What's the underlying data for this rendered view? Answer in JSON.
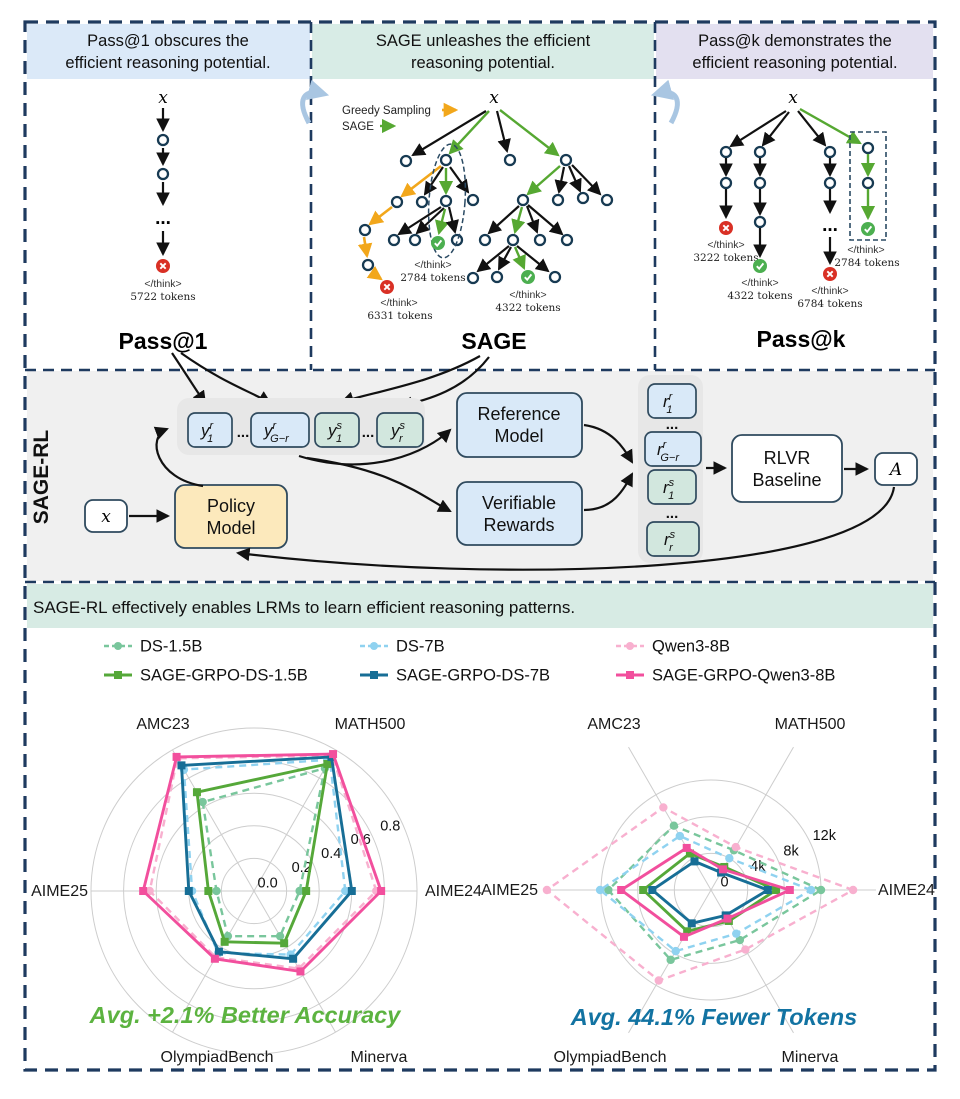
{
  "panels": {
    "pass1": {
      "header": [
        "Pass@1 obscures the",
        "efficient reasoning potential."
      ],
      "x": "x",
      "think": "</think>",
      "tokens": "5722 tokens",
      "title": "Pass@1"
    },
    "sage": {
      "header": [
        "SAGE unleashes the efficient",
        "reasoning potential."
      ],
      "legend_greedy": "Greedy Sampling",
      "legend_sage": "SAGE",
      "x": "x",
      "results": {
        "left": {
          "think": "</think>",
          "tokens": "6331 tokens"
        },
        "mid": {
          "think": "</think>",
          "tokens": "2784 tokens"
        },
        "right": {
          "think": "</think>",
          "tokens": "4322 tokens"
        }
      },
      "title": "SAGE"
    },
    "passk": {
      "header": [
        "Pass@k demonstrates the",
        "efficient reasoning potential."
      ],
      "x": "x",
      "results": [
        {
          "think": "</think>",
          "tokens": "3222 tokens"
        },
        {
          "think": "</think>",
          "tokens": "4322 tokens"
        },
        {
          "think": "</think>",
          "tokens": "6784 tokens"
        },
        {
          "think": "</think>",
          "tokens": "2784 tokens"
        }
      ],
      "title": "Pass@k"
    }
  },
  "sage_rl": {
    "section_label": "SAGE-RL",
    "boxes": {
      "x": "x",
      "policy": [
        "Policy",
        "Model"
      ],
      "reference": [
        "Reference",
        "Model"
      ],
      "verifiable": [
        "Verifiable",
        "Rewards"
      ],
      "rlvr": [
        "RLVR",
        "Baseline"
      ],
      "advantage": "A"
    },
    "rollouts": [
      {
        "base": "y",
        "sub": "1",
        "sup": "r",
        "kind": "r"
      },
      {
        "dots": "..."
      },
      {
        "base": "y",
        "sub": "G−r",
        "sup": "r",
        "kind": "r"
      },
      {
        "base": "y",
        "sub": "1",
        "sup": "s",
        "kind": "s"
      },
      {
        "dots": "..."
      },
      {
        "base": "y",
        "sub": "r",
        "sup": "s",
        "kind": "s"
      }
    ],
    "rewards": [
      {
        "base": "r",
        "sub": "1",
        "sup": "r",
        "kind": "r"
      },
      {
        "dots": "..."
      },
      {
        "base": "r",
        "sub": "G−r",
        "sup": "r",
        "kind": "r"
      },
      {
        "base": "r",
        "sub": "1",
        "sup": "s",
        "kind": "s"
      },
      {
        "dots": "..."
      },
      {
        "base": "r",
        "sub": "r",
        "sup": "s",
        "kind": "s"
      }
    ]
  },
  "bottom": {
    "banner": "SAGE-RL effectively enables LRMs to learn efficient reasoning patterns.",
    "legend": [
      {
        "name": "DS-1.5B",
        "color": "#79c69c",
        "dash": true
      },
      {
        "name": "DS-7B",
        "color": "#8fd2f0",
        "dash": true
      },
      {
        "name": "Qwen3-8B",
        "color": "#f8b0cf",
        "dash": true
      },
      {
        "name": "SAGE-GRPO-DS-1.5B",
        "color": "#55a839",
        "dash": false
      },
      {
        "name": "SAGE-GRPO-DS-7B",
        "color": "#176e96",
        "dash": false
      },
      {
        "name": "SAGE-GRPO-Qwen3-8B",
        "color": "#f24f9d",
        "dash": false
      }
    ]
  },
  "chart_data": [
    {
      "type": "radar",
      "axes": [
        {
          "label": "AIME24",
          "angle": 0
        },
        {
          "label": "MATH500",
          "angle": 60
        },
        {
          "label": "AMC23",
          "angle": 120
        },
        {
          "label": "AIME25",
          "angle": 180
        },
        {
          "label": "OlympiadBench",
          "angle": 240
        },
        {
          "label": "Minerva",
          "angle": 300
        }
      ],
      "rmax": 1.0,
      "ticks": [
        0,
        0.2,
        0.4,
        0.6,
        0.8
      ],
      "tick_labels": [
        "0.0",
        "0.2",
        "0.4",
        "0.6",
        "0.8"
      ],
      "boundary": true,
      "series": [
        {
          "name": "DS-1.5B",
          "values": [
            0.28,
            0.87,
            0.63,
            0.23,
            0.32,
            0.32
          ]
        },
        {
          "name": "DS-7B",
          "values": [
            0.56,
            0.93,
            0.86,
            0.38,
            0.44,
            0.45
          ]
        },
        {
          "name": "Qwen3-8B",
          "values": [
            0.75,
            0.96,
            0.94,
            0.64,
            0.47,
            0.55
          ]
        },
        {
          "name": "SAGE-GRPO-DS-1.5B",
          "values": [
            0.32,
            0.9,
            0.7,
            0.28,
            0.36,
            0.37
          ]
        },
        {
          "name": "SAGE-GRPO-DS-7B",
          "values": [
            0.6,
            0.95,
            0.89,
            0.4,
            0.43,
            0.48
          ]
        },
        {
          "name": "SAGE-GRPO-Qwen3-8B",
          "values": [
            0.78,
            0.97,
            0.95,
            0.68,
            0.48,
            0.57
          ]
        }
      ],
      "annotation": "Avg. +2.1% Better Accuracy",
      "annotation_color": "#5cb340"
    },
    {
      "type": "radar",
      "axes": [
        {
          "label": "AIME24",
          "angle": 0
        },
        {
          "label": "MATH500",
          "angle": 60
        },
        {
          "label": "AMC23",
          "angle": 120
        },
        {
          "label": "AIME25",
          "angle": 180
        },
        {
          "label": "OlympiadBench",
          "angle": 240
        },
        {
          "label": "Minerva",
          "angle": 300
        }
      ],
      "rmax": 18000,
      "ticks": [
        0,
        4000,
        8000,
        12000
      ],
      "tick_labels": [
        "0",
        "4k",
        "8k",
        "12k"
      ],
      "boundary": false,
      "series": [
        {
          "name": "DS-1.5B",
          "values": [
            12000,
            5000,
            8100,
            11200,
            8800,
            6300
          ]
        },
        {
          "name": "DS-7B",
          "values": [
            10900,
            4000,
            6800,
            12100,
            7700,
            5500
          ]
        },
        {
          "name": "Qwen3-8B",
          "values": [
            15500,
            5400,
            10400,
            17900,
            11400,
            7500
          ]
        },
        {
          "name": "SAGE-GRPO-DS-1.5B",
          "values": [
            7100,
            2900,
            4600,
            7400,
            5200,
            3900
          ]
        },
        {
          "name": "SAGE-GRPO-DS-7B",
          "values": [
            6200,
            2200,
            3600,
            6400,
            4200,
            3200
          ]
        },
        {
          "name": "SAGE-GRPO-Qwen3-8B",
          "values": [
            8600,
            2600,
            5300,
            9800,
            5900,
            3600
          ]
        }
      ],
      "annotation": "Avg. 44.1% Fewer Tokens",
      "annotation_color": "#1273a2"
    }
  ]
}
